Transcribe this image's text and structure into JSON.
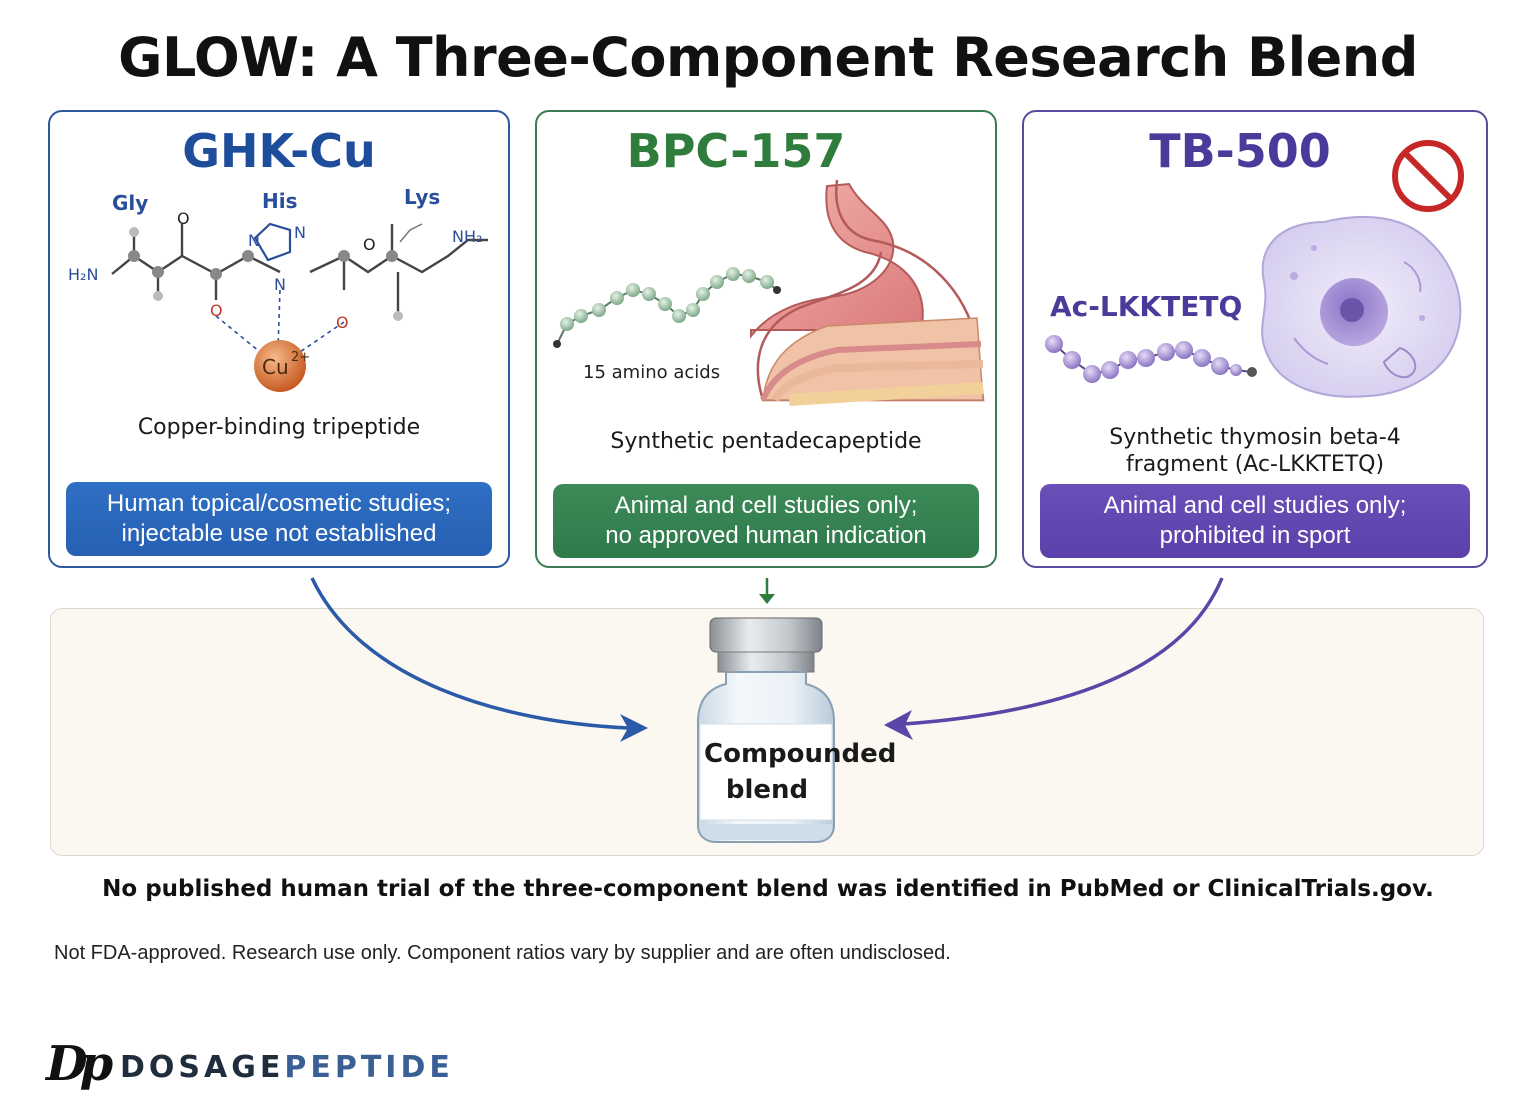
{
  "title": "GLOW: A Three-Component Research Blend",
  "cards": [
    {
      "name": "GHK-Cu",
      "residues": [
        "Gly",
        "His",
        "Lys"
      ],
      "atoms": {
        "h2n": "H₂N",
        "nh2": "NH₂",
        "o": "O",
        "n": "N",
        "cu": "Cu",
        "cu_charge": "2+"
      },
      "description": "Copper-binding tripeptide",
      "status_line1": "Human topical/cosmetic studies;",
      "status_line2": "injectable use not established",
      "color": "#1e4d9b"
    },
    {
      "name": "BPC-157",
      "chain_label": "15 amino acids",
      "description": "Synthetic pentadecapeptide",
      "status_line1": "Animal and cell studies only;",
      "status_line2": "no approved human indication",
      "color": "#2e7d3d"
    },
    {
      "name": "TB-500",
      "sequence_label": "Ac-LKKTETQ",
      "description_line1": "Synthetic thymosin beta-4",
      "description_line2": "fragment (Ac-LKKTETQ)",
      "status_line1": "Animal and cell studies only;",
      "status_line2": "prohibited in sport",
      "warning_icon": "prohibited-icon",
      "color": "#4b3a9a"
    }
  ],
  "vial": {
    "label_line1": "Compounded",
    "label_line2": "blend"
  },
  "finding": "No published human trial of the three-component blend was identified in PubMed or ClinicalTrials.gov.",
  "disclaimer": "Not FDA-approved. Research use only. Component ratios vary by supplier and are often undisclosed.",
  "brand": {
    "mark": "Dp",
    "word_a": "DOSAGE",
    "word_b": "PEPTIDE"
  }
}
